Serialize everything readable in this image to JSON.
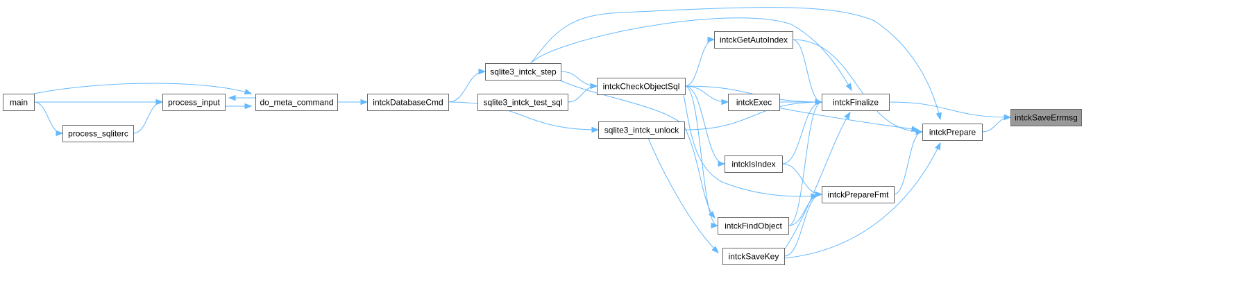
{
  "colors": {
    "node_fill": "#ffffff",
    "node_border": "#666666",
    "focus_fill": "#999999",
    "edge": "#63b8ff",
    "text": "#000000"
  },
  "focus_node": "intckSaveErrmsg",
  "nodes": {
    "main": "main",
    "process_input": "process_input",
    "process_sqliterc": "process_sqliterc",
    "do_meta_command": "do_meta_command",
    "intckDatabaseCmd": "intckDatabaseCmd",
    "sqlite3_intck_step": "sqlite3_intck_step",
    "sqlite3_intck_test_sql": "sqlite3_intck_test_sql",
    "intckCheckObjectSql": "intckCheckObjectSql",
    "intckGetAutoIndex": "intckGetAutoIndex",
    "intckExec": "intckExec",
    "intckIsIndex": "intckIsIndex",
    "intckFindObject": "intckFindObject",
    "sqlite3_intck_unlock": "sqlite3_intck_unlock",
    "intckSaveKey": "intckSaveKey",
    "intckPrepareFmt": "intckPrepareFmt",
    "intckFinalize": "intckFinalize",
    "intckPrepare": "intckPrepare",
    "intckSaveErrmsg": "intckSaveErrmsg"
  },
  "edges": [
    {
      "from": "intckFinalize",
      "to": "intckSaveErrmsg"
    },
    {
      "from": "intckPrepare",
      "to": "intckSaveErrmsg"
    },
    {
      "from": "intckCheckObjectSql",
      "to": "intckFinalize"
    },
    {
      "from": "intckExec",
      "to": "intckFinalize"
    },
    {
      "from": "intckGetAutoIndex",
      "to": "intckFinalize"
    },
    {
      "from": "intckIsIndex",
      "to": "intckFinalize"
    },
    {
      "from": "intckFindObject",
      "to": "intckFinalize"
    },
    {
      "from": "intckSaveKey",
      "to": "intckFinalize"
    },
    {
      "from": "sqlite3_intck_step",
      "to": "intckFinalize"
    },
    {
      "from": "sqlite3_intck_unlock",
      "to": "intckFinalize"
    },
    {
      "from": "sqlite3_intck_step",
      "to": "intckPrepare"
    },
    {
      "from": "intckGetAutoIndex",
      "to": "intckPrepare"
    },
    {
      "from": "intckExec",
      "to": "intckPrepare"
    },
    {
      "from": "intckPrepareFmt",
      "to": "intckPrepare"
    },
    {
      "from": "intckSaveKey",
      "to": "intckPrepare"
    },
    {
      "from": "intckCheckObjectSql",
      "to": "intckPrepareFmt"
    },
    {
      "from": "intckIsIndex",
      "to": "intckPrepareFmt"
    },
    {
      "from": "intckFindObject",
      "to": "intckPrepareFmt"
    },
    {
      "from": "intckSaveKey",
      "to": "intckPrepareFmt"
    },
    {
      "from": "intckCheckObjectSql",
      "to": "intckGetAutoIndex"
    },
    {
      "from": "intckCheckObjectSql",
      "to": "intckExec"
    },
    {
      "from": "intckCheckObjectSql",
      "to": "intckIsIndex"
    },
    {
      "from": "intckCheckObjectSql",
      "to": "intckFindObject"
    },
    {
      "from": "sqlite3_intck_step",
      "to": "intckCheckObjectSql"
    },
    {
      "from": "sqlite3_intck_test_sql",
      "to": "intckCheckObjectSql"
    },
    {
      "from": "sqlite3_intck_step",
      "to": "intckFindObject"
    },
    {
      "from": "sqlite3_intck_unlock",
      "to": "intckSaveKey"
    },
    {
      "from": "intckDatabaseCmd",
      "to": "sqlite3_intck_step"
    },
    {
      "from": "intckDatabaseCmd",
      "to": "sqlite3_intck_unlock"
    },
    {
      "from": "do_meta_command",
      "to": "intckDatabaseCmd"
    },
    {
      "from": "process_input",
      "to": "do_meta_command"
    },
    {
      "from": "do_meta_command",
      "to": "process_input"
    },
    {
      "from": "main",
      "to": "process_input"
    },
    {
      "from": "process_sqliterc",
      "to": "process_input"
    },
    {
      "from": "main",
      "to": "process_sqliterc"
    },
    {
      "from": "main",
      "to": "do_meta_command"
    }
  ]
}
